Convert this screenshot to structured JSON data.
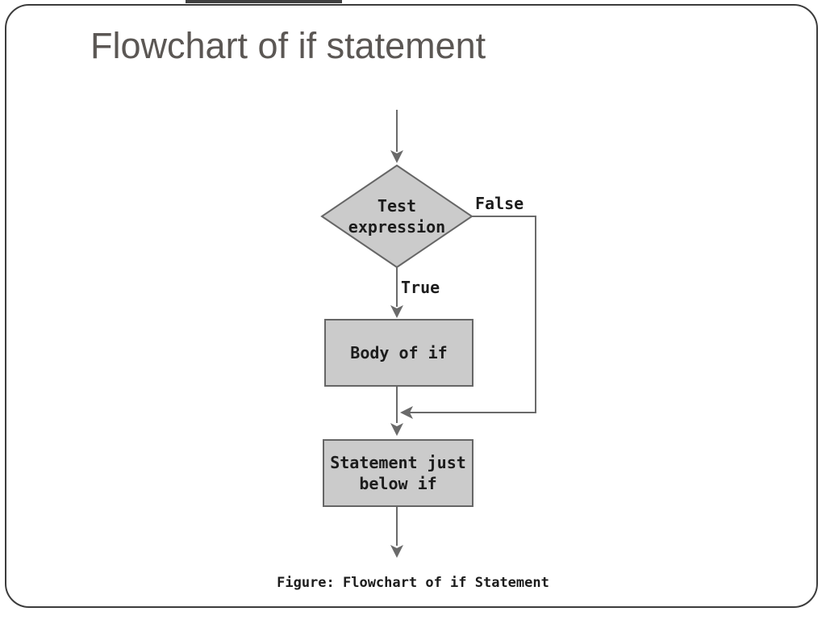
{
  "slide": {
    "title": "Flowchart of if statement"
  },
  "flowchart": {
    "decision": {
      "line1": "Test",
      "line2": "expression"
    },
    "false_label": "False",
    "true_label": "True",
    "body_box_label": "Body of if",
    "statement_box": {
      "line1": "Statement just",
      "line2": "below if"
    },
    "caption": "Figure: Flowchart of if Statement"
  },
  "colors": {
    "shape_fill": "#cbcbcb",
    "shape_border": "#666666",
    "line": "#6a6a6a",
    "flow_text": "#1c1c1c",
    "title_text": "#5b5754",
    "frame_border": "#3c3c3c",
    "top_bar": "#3f3f3f"
  }
}
